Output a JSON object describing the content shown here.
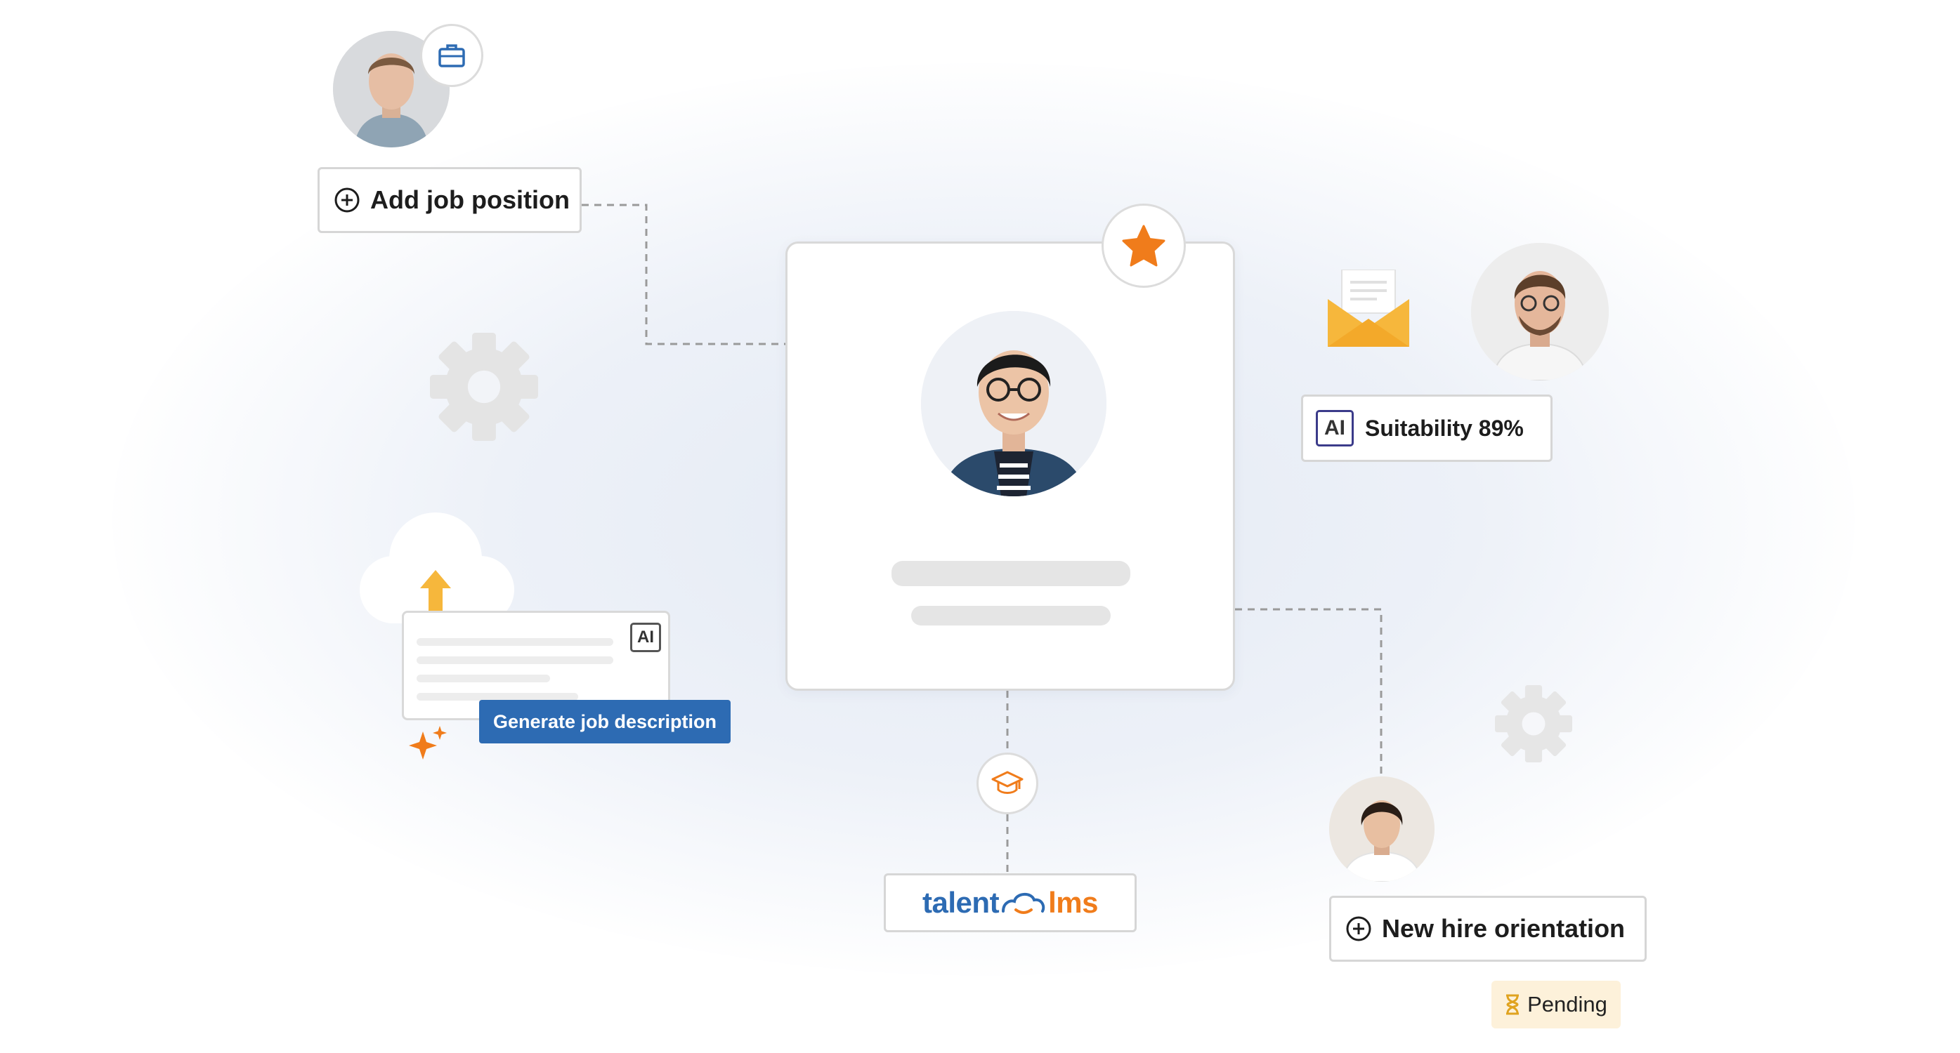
{
  "add_job": {
    "label": "Add job position"
  },
  "suitability": {
    "ai_label": "AI",
    "label": "Suitability 89%"
  },
  "generate": {
    "ai_label": "AI",
    "label": "Generate job description"
  },
  "orientation": {
    "label": "New hire orientation",
    "status": "Pending"
  },
  "brand": {
    "part1": "talent",
    "part2": "lms"
  },
  "colors": {
    "accent_orange": "#f07c1b",
    "brand_blue": "#2d6bb3",
    "envelope_yellow": "#f6b73c",
    "pending_bg": "#fdf1da"
  },
  "icons": [
    "briefcase-icon",
    "star-icon",
    "gear-icon",
    "envelope-icon",
    "cloud-upload-icon",
    "sparkle-icon",
    "graduation-cap-icon",
    "hourglass-icon",
    "plus-circle-icon"
  ]
}
